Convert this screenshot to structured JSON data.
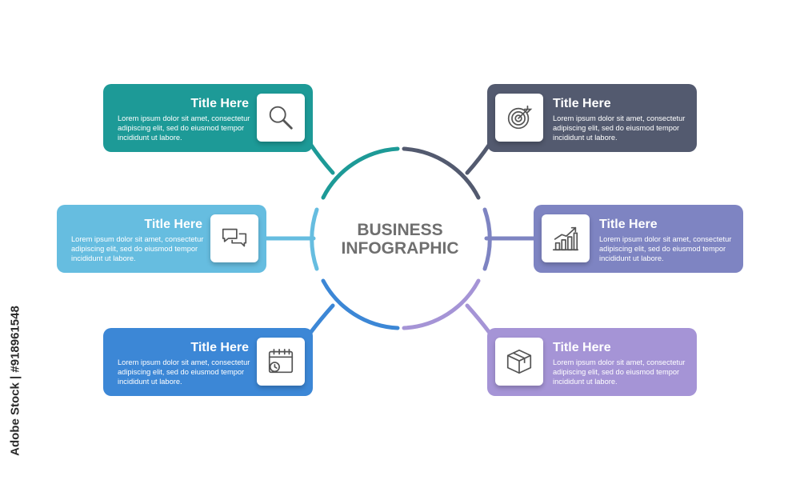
{
  "center": {
    "line1": "BUSINESS",
    "line2": "INFOGRAPHIC"
  },
  "colors": {
    "teal": "#1d9a97",
    "sky": "#66bde0",
    "blue": "#3c87d6",
    "slate": "#535a6f",
    "indigo": "#7e84c2",
    "lavender": "#a594d6"
  },
  "cards": [
    {
      "id": "top-left",
      "title": "Title Here",
      "body": "Lorem ipsum dolor sit amet, consectetur adipiscing elit, sed do eiusmod tempor incididunt ut labore.",
      "icon": "search-icon",
      "color": "#1d9a97"
    },
    {
      "id": "middle-left",
      "title": "Title Here",
      "body": "Lorem ipsum dolor sit amet, consectetur adipiscing elit, sed do eiusmod tempor incididunt ut labore.",
      "icon": "chat-icon",
      "color": "#66bde0"
    },
    {
      "id": "bottom-left",
      "title": "Title Here",
      "body": "Lorem ipsum dolor sit amet, consectetur adipiscing elit, sed do eiusmod tempor incididunt ut labore.",
      "icon": "calendar-clock-icon",
      "color": "#3c87d6"
    },
    {
      "id": "top-right",
      "title": "Title Here",
      "body": "Lorem ipsum dolor sit amet, consectetur adipiscing elit, sed do eiusmod tempor incididunt ut labore.",
      "icon": "target-icon",
      "color": "#535a6f"
    },
    {
      "id": "middle-right",
      "title": "Title Here",
      "body": "Lorem ipsum dolor sit amet, consectetur adipiscing elit, sed do eiusmod tempor incididunt ut labore.",
      "icon": "growth-chart-icon",
      "color": "#7e84c2"
    },
    {
      "id": "bottom-right",
      "title": "Title Here",
      "body": "Lorem ipsum dolor sit amet, consectetur adipiscing elit, sed do eiusmod tempor incididunt ut labore.",
      "icon": "package-box-icon",
      "color": "#a594d6"
    }
  ],
  "watermark": {
    "text": "Adobe Stock | #918961548"
  }
}
